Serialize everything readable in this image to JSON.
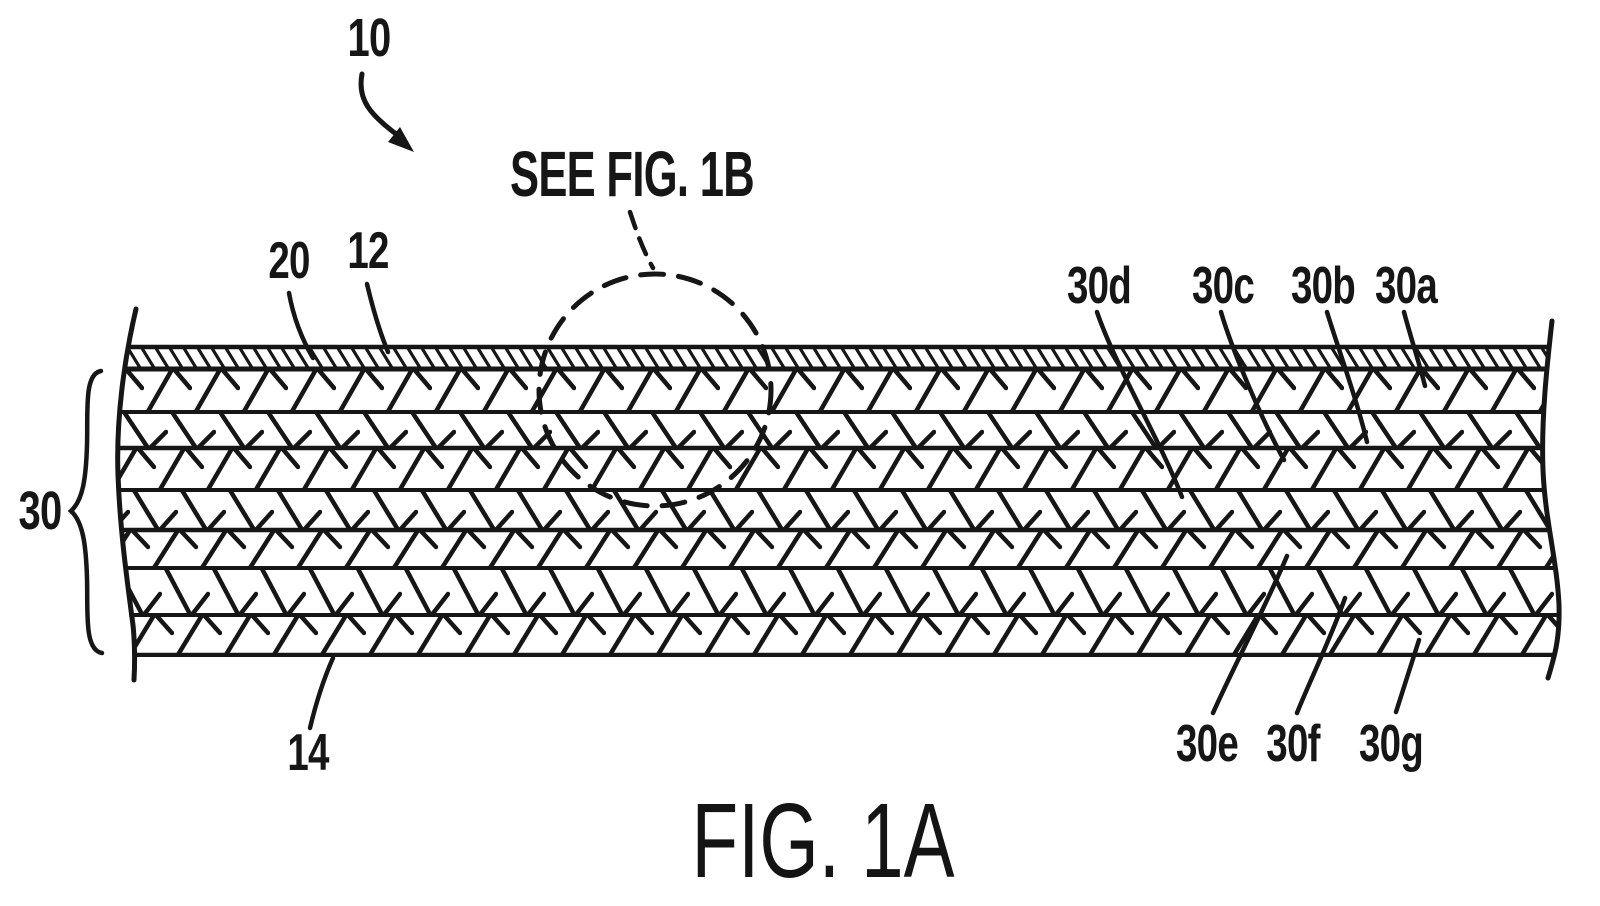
{
  "colors": {
    "ink": "#161616",
    "paper": "#ffffff"
  },
  "annotations": {
    "see_note": "SEE FIG. 1B",
    "caption": "FIG. 1A",
    "assembly_ref": "10",
    "outer_layer_ref": "20",
    "jacket_layer_ref": "12",
    "layer_group_ref": "30",
    "inner_liner_ref": "14",
    "layer_refs_top": {
      "d": "30d",
      "c": "30c",
      "b": "30b",
      "a": "30a"
    },
    "layer_refs_bottom": {
      "e": "30e",
      "f": "30f",
      "g": "30g"
    }
  }
}
